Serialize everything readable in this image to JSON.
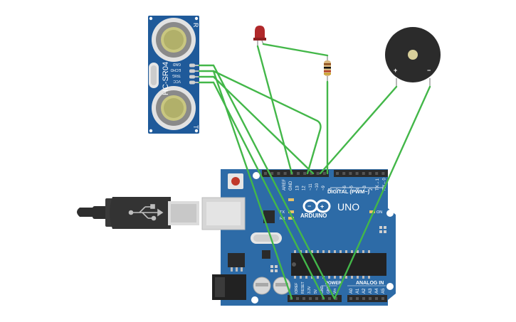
{
  "colors": {
    "board": "#2d6ba7",
    "board_dark": "#1f5180",
    "sensor_board": "#1f5a9a",
    "wire": "#43b749",
    "header": "#2a2a2a",
    "led": "#c0392b",
    "buzzer": "#2b2b2b",
    "usb_cable": "#2e2e2e",
    "text_light": "#ffffff"
  },
  "sensor": {
    "model": "HC-SR04",
    "pins": [
      "GND",
      "ECHO",
      "TRIG",
      "VCC"
    ],
    "mark_top": "R",
    "mark_bottom": "T"
  },
  "buzzer": {
    "plus": "+",
    "minus": "−"
  },
  "arduino": {
    "brand": "ARDUINO",
    "model": "UNO",
    "digital_label": "DIGITAL (PWM~)",
    "top_pins": [
      "AREF",
      "GND",
      "13",
      "12",
      "~11",
      "~10",
      "~9",
      "8",
      "7",
      "~6",
      "~5",
      "4",
      "~3",
      "2",
      "TX→1",
      "RX←0"
    ],
    "power_label": "POWER",
    "power_pins": [
      "IOREF",
      "RESET",
      "3.3V",
      "5V",
      "GND",
      "GND",
      "Vin"
    ],
    "analog_label": "ANALOG IN",
    "analog_pins": [
      "A0",
      "A1",
      "A2",
      "A3",
      "A4",
      "A5"
    ],
    "led_labels": [
      "L",
      "TX",
      "RX"
    ],
    "on_label": "ON"
  },
  "icons": [
    "usb-icon",
    "arduino-infinity-logo-icon",
    "resistor-icon",
    "led-icon",
    "buzzer-icon"
  ]
}
